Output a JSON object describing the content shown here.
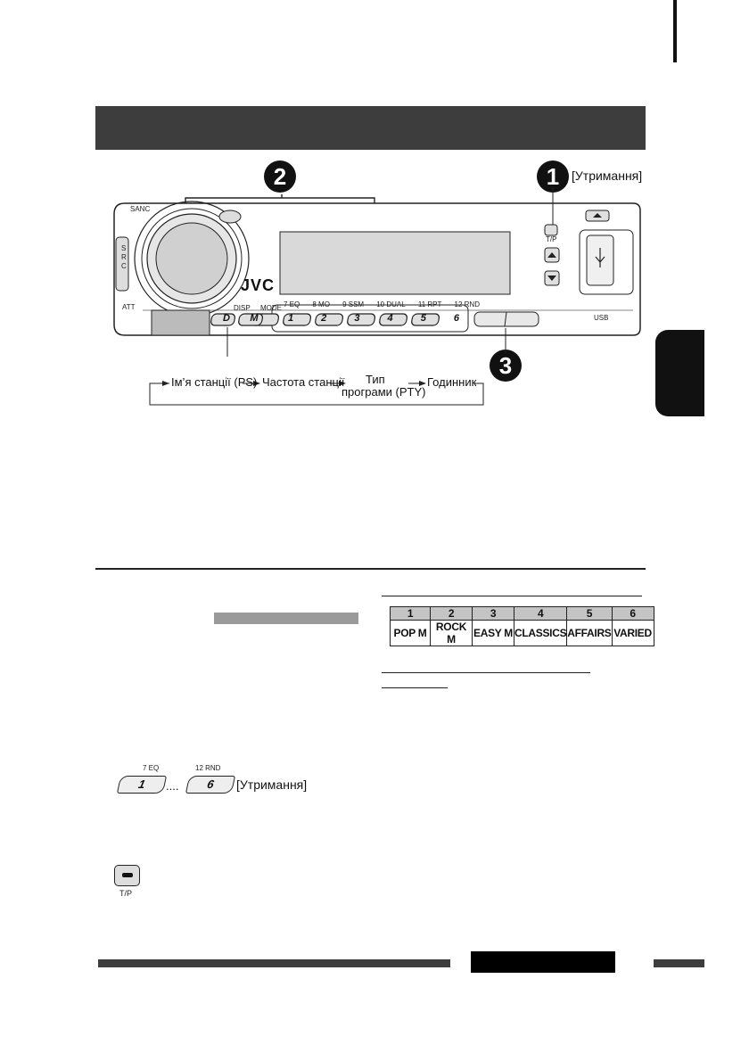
{
  "callouts": {
    "c1": "1",
    "c2": "2",
    "c3": "3"
  },
  "hold_label": "[Утримання]",
  "panel": {
    "brand": "JVC",
    "sanc": "SANC",
    "src": [
      "S",
      "R",
      "C"
    ],
    "att": "ATT",
    "disp": "DISP",
    "mode": "MODE",
    "btn_d": "D",
    "btn_m": "M",
    "tp": "T/P",
    "usb": "USB",
    "preset_labels": [
      "7 EQ",
      "8 MO",
      "9 SSM",
      "10 DUAL",
      "11 RPT",
      "12 RND"
    ],
    "preset_numbers": [
      "1",
      "2",
      "3",
      "4",
      "5",
      "6"
    ]
  },
  "flow": {
    "items": [
      "Ім’я станції (PS)",
      "Частота станції",
      "Тип",
      "програми (PTY)",
      "Годинник"
    ]
  },
  "pty_table": {
    "numbers": [
      "1",
      "2",
      "3",
      "4",
      "5",
      "6"
    ],
    "names": [
      "POP M",
      "ROCK M",
      "EASY M",
      "CLASSICS",
      "AFFAIRS",
      "VARIED"
    ]
  },
  "example": {
    "label_top_1": "7 EQ",
    "label_top_6": "12 RND",
    "key_1": "1",
    "key_6": "6",
    "dots": "....",
    "hold": "[Утримання]",
    "tp": "T/P"
  }
}
